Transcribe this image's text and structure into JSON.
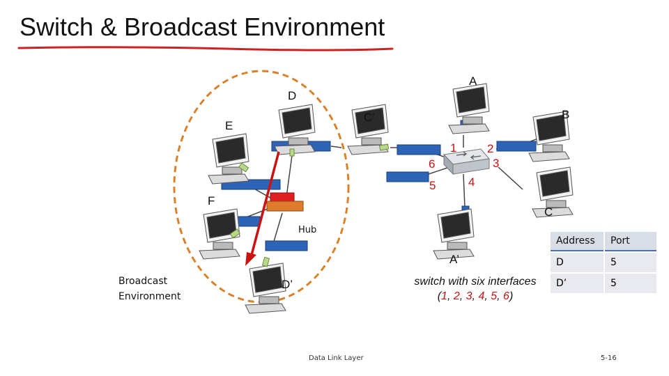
{
  "title": "Switch & Broadcast Environment",
  "hosts": {
    "A": "A",
    "B": "B",
    "C": "C",
    "C_prime": "C’",
    "D": "D",
    "E": "E",
    "F": "F",
    "A_prime": "A’",
    "D_prime": "D’"
  },
  "switch_ports": [
    "1",
    "2",
    "3",
    "4",
    "5",
    "6"
  ],
  "hub_label": "Hub",
  "broadcast_label": "Broadcast\nEnvironment",
  "caption": {
    "line1": "switch with six interfaces",
    "open": "(",
    "ports": [
      "1",
      "2",
      "3",
      "4",
      "5",
      "6"
    ],
    "close": ")"
  },
  "switch_table": {
    "headers": [
      "Address",
      "Port"
    ],
    "rows": [
      [
        "D",
        "5"
      ],
      [
        "D’",
        "5"
      ]
    ]
  },
  "footer": {
    "left": "Data Link Layer",
    "right": "5-16"
  },
  "colors": {
    "broadcast_outline": "#d9822b",
    "port_red": "#cc1111",
    "nic_blue": "#2e64b6",
    "arrow_red": "#cc1111",
    "table_header": "#d9dde6"
  }
}
